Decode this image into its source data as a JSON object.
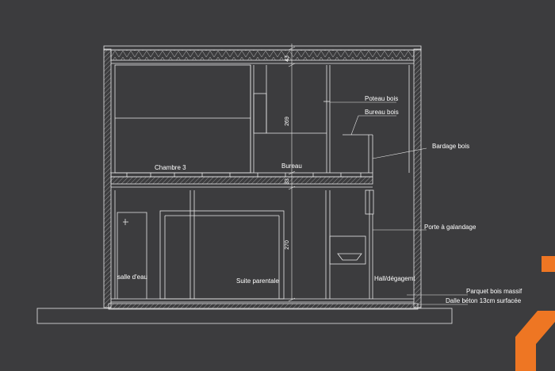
{
  "rooms": {
    "chambre": "Chambre 3",
    "bureau": "Bureau",
    "salle_eau": "salle d'eau",
    "suite": "Suite parentale",
    "hall": "Hall/dégagemt"
  },
  "annotations": {
    "poteau": "Poteau bois",
    "bureau_bois": "Bureau bois",
    "bardage": "Bardage bois",
    "porte": "Porte à galandage",
    "parquet": "Parquet bois massif",
    "dalle": "Dalle béton 13cm surfacée"
  },
  "dimensions": {
    "roof": "43",
    "upper": "269",
    "floor": "33",
    "lower": "270"
  },
  "colors": {
    "background": "#3c3c3e",
    "lines": "#ffffff",
    "logo": "#ee7623"
  },
  "logo": {
    "icon": "orange-logo-mark"
  }
}
